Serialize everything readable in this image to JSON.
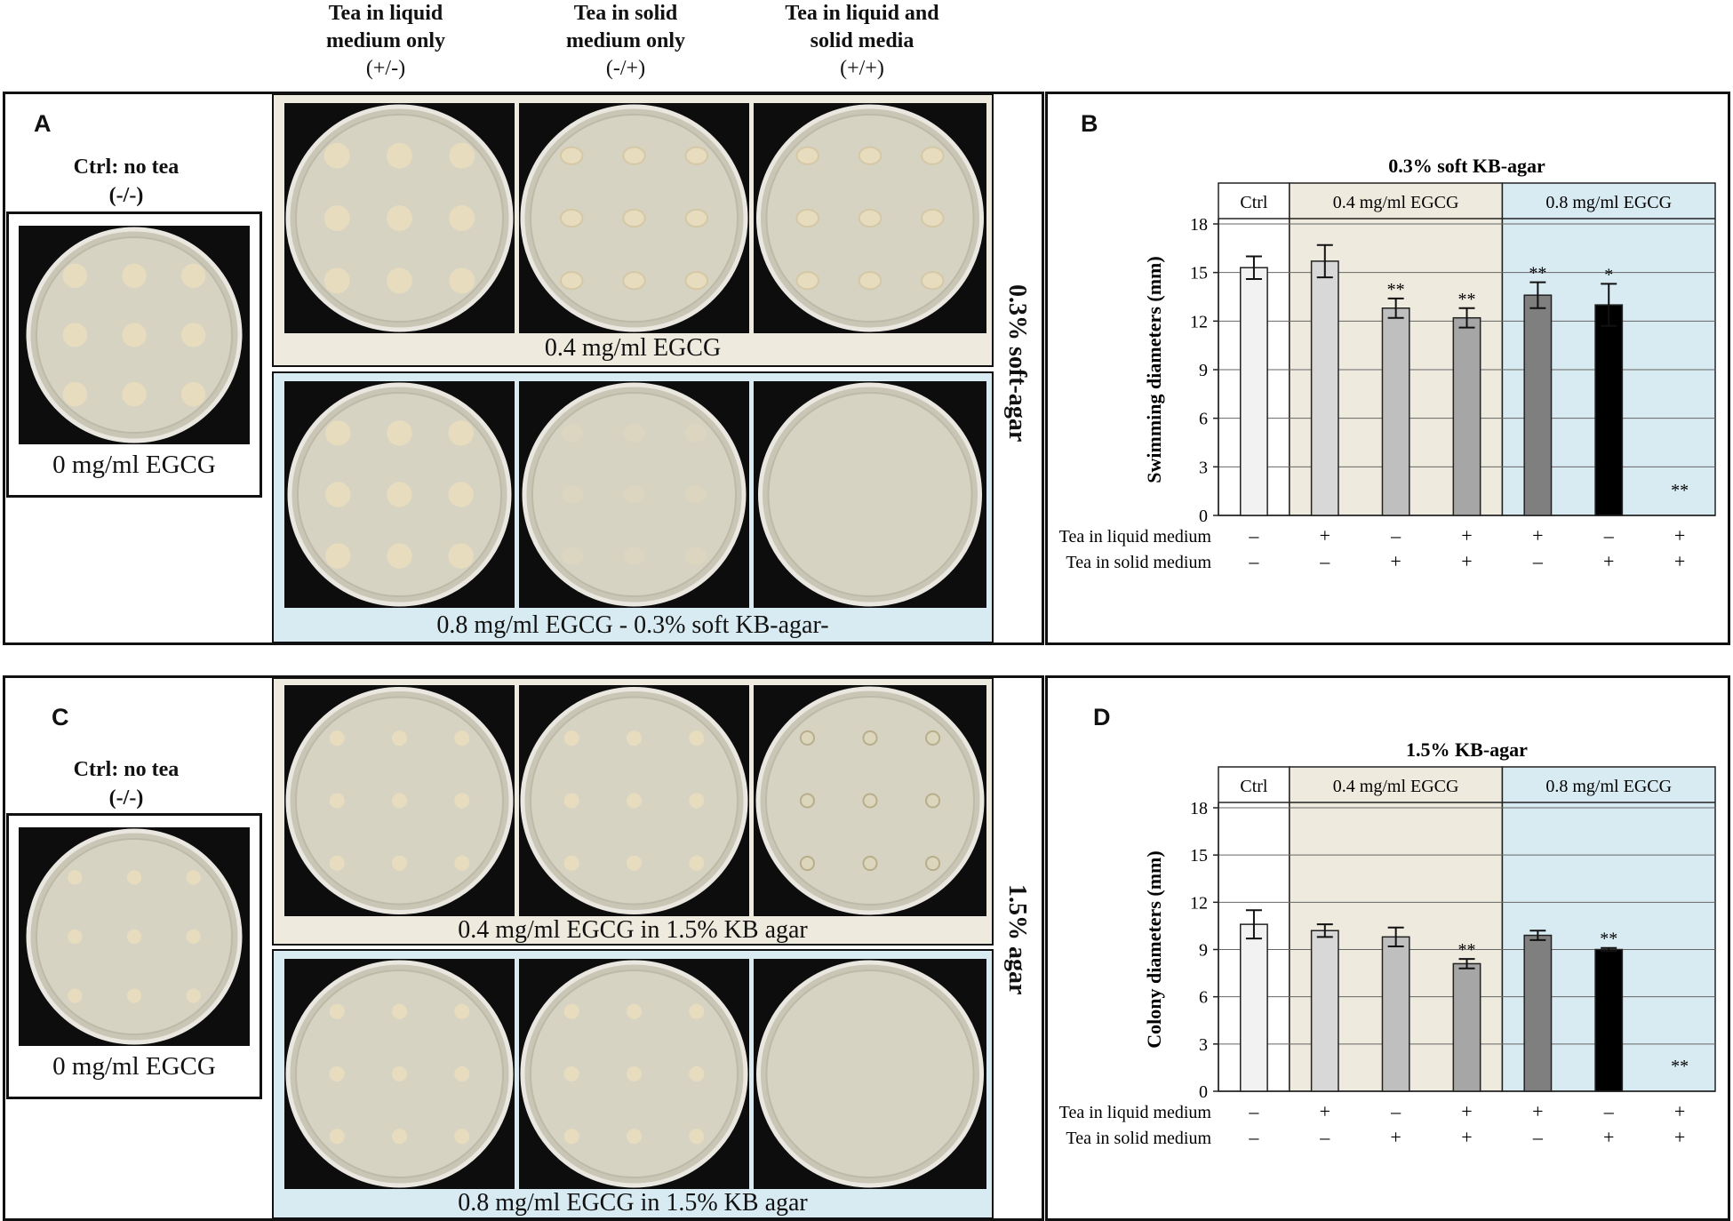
{
  "figure": {
    "column_headers": [
      {
        "line1": "Tea in liquid",
        "line2": "medium only",
        "line3": "(+/-)"
      },
      {
        "line1": "Tea in solid",
        "line2": "medium only",
        "line3": "(-/+)"
      },
      {
        "line1": "Tea in liquid and",
        "line2": "solid media",
        "line3": "(+/+)"
      }
    ],
    "panels": {
      "A": {
        "letter": "A",
        "ctrl_label_line1": "Ctrl: no tea",
        "ctrl_label_line2": "(-/-)",
        "ctrl_caption": "0 mg/ml EGCG",
        "strip_top_caption": "0.4 mg/ml EGCG",
        "strip_bottom_caption": "0.8 mg/ml EGCG - 0.3% soft KB-agar-",
        "side_label": "0.3% soft-agar"
      },
      "B": {
        "letter": "B"
      },
      "C": {
        "letter": "C",
        "ctrl_label_line1": "Ctrl: no tea",
        "ctrl_label_line2": "(-/-)",
        "ctrl_caption": "0 mg/ml EGCG",
        "strip_top_caption": "0.4 mg/ml EGCG in 1.5% KB agar",
        "strip_bottom_caption": "0.8 mg/ml EGCG in 1.5% KB agar",
        "side_label": "1.5% agar"
      },
      "D": {
        "letter": "D"
      }
    },
    "colors": {
      "yellow_strip": "#eeeade",
      "blue_strip": "#d9ebf2",
      "photo_bg": "#0d0d0d",
      "plate_agar": "#d6d3c2",
      "colony": "#e8dcbf"
    }
  },
  "chart_data": [
    {
      "type": "bar",
      "panel": "B",
      "title": "0.3% soft KB-agar",
      "xlabel": "",
      "ylabel": "Swimming diameters (mm)",
      "ylim": [
        0,
        18
      ],
      "yticks": [
        0,
        3,
        6,
        9,
        12,
        15,
        18
      ],
      "grid": true,
      "group_labels": [
        "Ctrl",
        "0.4 mg/ml EGCG",
        "0.8 mg/ml EGCG"
      ],
      "group_colors": [
        "#ffffff",
        "#eeeade",
        "#d9ebf2"
      ],
      "row_labels": [
        "Tea in liquid medium",
        "Tea in solid  medium"
      ],
      "liquid_marks": [
        "–",
        "+",
        "–",
        "+",
        "+",
        "–",
        "+"
      ],
      "solid_marks": [
        "–",
        "–",
        "+",
        "+",
        "–",
        "+",
        "+"
      ],
      "values": [
        15.3,
        15.7,
        12.8,
        12.2,
        13.6,
        13.0,
        0
      ],
      "errors": [
        0.7,
        1.0,
        0.6,
        0.6,
        0.8,
        1.3,
        0
      ],
      "significance": [
        "",
        "",
        "**",
        "**",
        "**",
        "*",
        "**"
      ],
      "bar_colors": [
        "#f2f2f2",
        "#d8d8d8",
        "#bfbfbf",
        "#a6a6a6",
        "#7f7f7f",
        "#000000",
        "#ffffff"
      ]
    },
    {
      "type": "bar",
      "panel": "D",
      "title": "1.5% KB-agar",
      "xlabel": "",
      "ylabel": "Colony diameters (mm)",
      "ylim": [
        0,
        18
      ],
      "yticks": [
        0,
        3,
        6,
        9,
        12,
        15,
        18
      ],
      "grid": true,
      "group_labels": [
        "Ctrl",
        "0.4 mg/ml EGCG",
        "0.8 mg/ml EGCG"
      ],
      "group_colors": [
        "#ffffff",
        "#eeeade",
        "#d9ebf2"
      ],
      "row_labels": [
        "Tea in liquid medium",
        "Tea in solid  medium"
      ],
      "liquid_marks": [
        "–",
        "+",
        "–",
        "+",
        "+",
        "–",
        "+"
      ],
      "solid_marks": [
        "–",
        "–",
        "+",
        "+",
        "–",
        "+",
        "+"
      ],
      "values": [
        10.6,
        10.2,
        9.8,
        8.1,
        9.9,
        9.0,
        0
      ],
      "errors": [
        0.9,
        0.4,
        0.6,
        0.3,
        0.3,
        0.1,
        0
      ],
      "significance": [
        "",
        "",
        "",
        "**",
        "",
        "**",
        "**"
      ],
      "bar_colors": [
        "#f2f2f2",
        "#d8d8d8",
        "#bfbfbf",
        "#a6a6a6",
        "#7f7f7f",
        "#000000",
        "#ffffff"
      ]
    }
  ]
}
